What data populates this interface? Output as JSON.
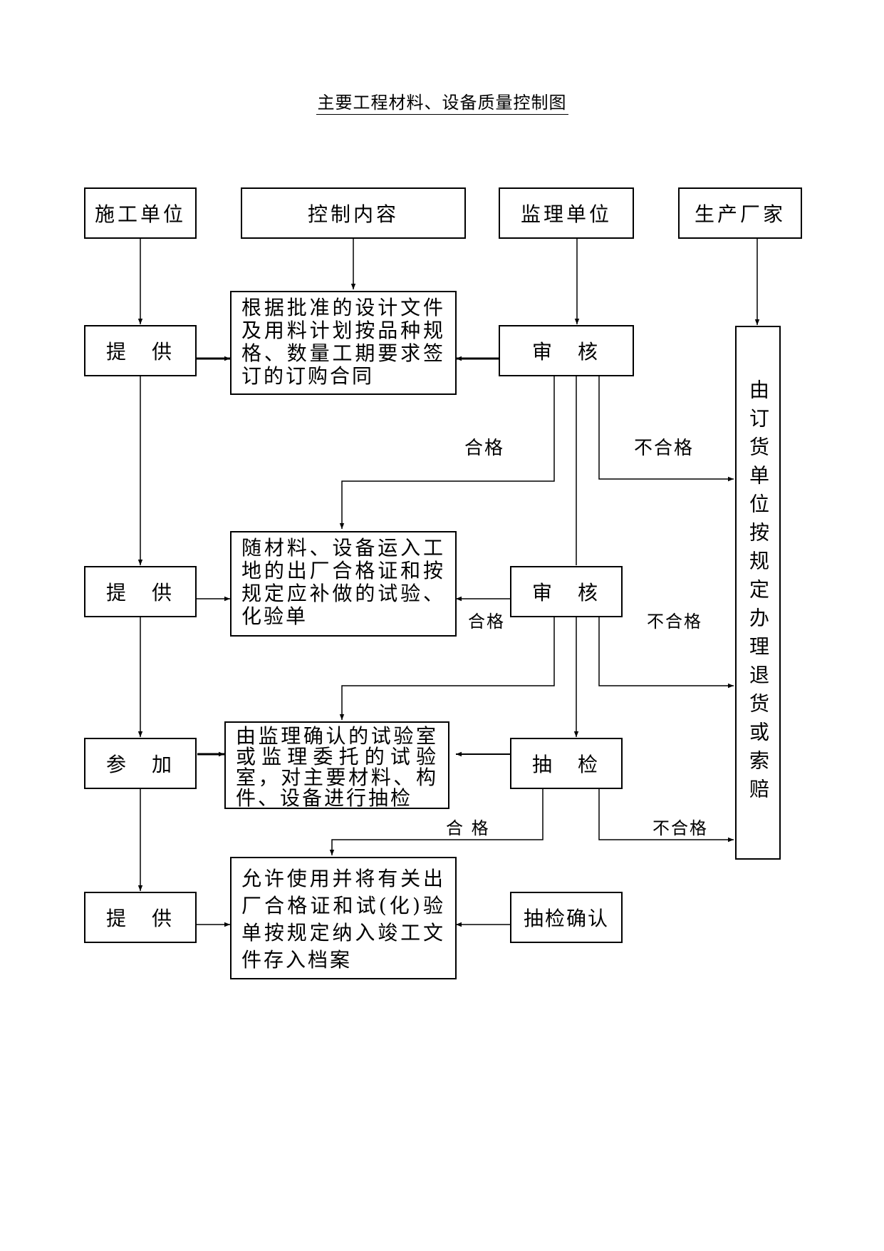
{
  "title": "主要工程材料、设备质量控制图",
  "headers": {
    "contractor": "施工单位",
    "control_content": "控制内容",
    "supervisor": "监理单位",
    "manufacturer": "生产厂家"
  },
  "contractor_steps": [
    "提　供",
    "提　供",
    "参　加",
    "提　供"
  ],
  "content_steps": [
    "根据批准的设计文件及用料计划按品种规格、数量工期要求签订的订购合同",
    "随材料、设备运入工地的出厂合格证和按规定应补做的试验、化验单",
    "由监理确认的试验室或监理委托的试验室，对主要材料、构件、设备进行抽检",
    "允许使用并将有关出厂合格证和试(化)验单按规定纳入竣工文件存入档案"
  ],
  "supervisor_steps": [
    "审　核",
    "审　核",
    "抽　检",
    "抽检确认"
  ],
  "manufacturer_action": "由订货单位按规定办理退货或索赔",
  "edge_labels": {
    "pass_1": "合格",
    "fail_1": "不合格",
    "pass_2": "合格",
    "fail_2": "不合格",
    "pass_3": "合 格",
    "fail_3": "不合格"
  }
}
